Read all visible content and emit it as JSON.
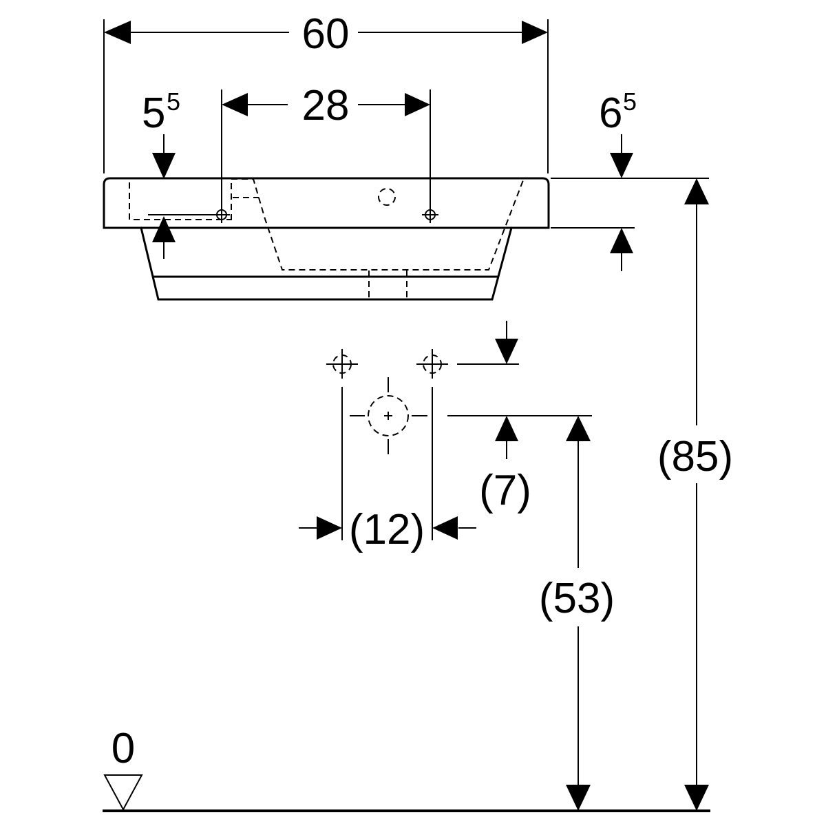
{
  "dimensions": {
    "overall_width": "60",
    "tap_hole_spacing": "28",
    "left_offset_main": "5",
    "left_offset_sup": "5",
    "right_offset_main": "6",
    "right_offset_sup": "5",
    "total_height": "(85)",
    "drain_height": "(53)",
    "supply_offset_vertical": "(7)",
    "supply_spacing": "(12)",
    "floor_level": "0"
  }
}
